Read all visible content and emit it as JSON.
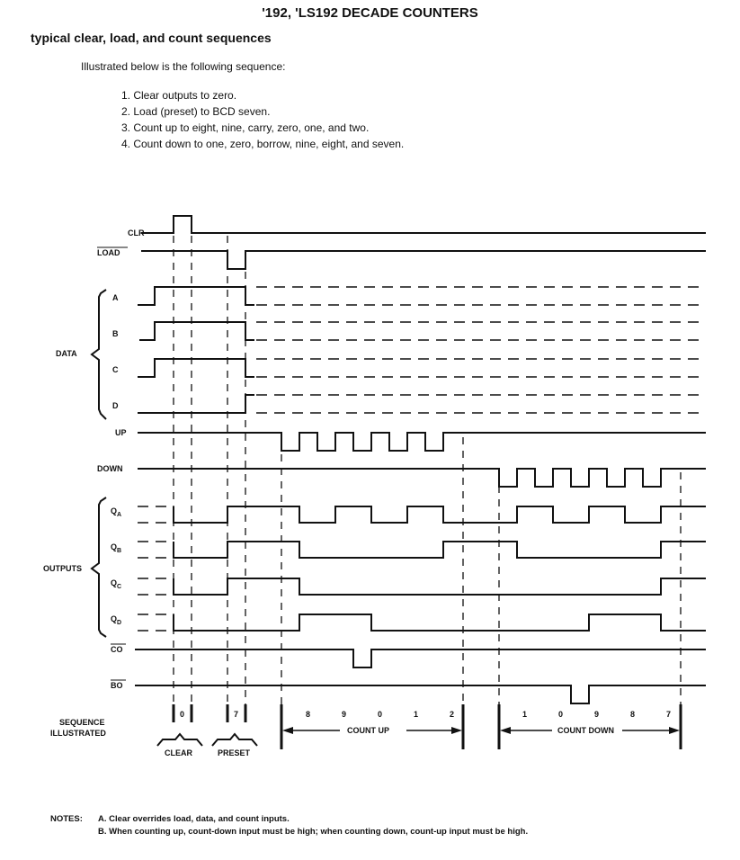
{
  "title": "'192, 'LS192 DECADE COUNTERS",
  "subtitle": "typical clear, load, and count sequences",
  "intro": "Illustrated below is the following sequence:",
  "steps": [
    "1.  Clear outputs to zero.",
    "2.  Load (preset) to BCD seven.",
    "3.  Count up to eight, nine, carry, zero, one, and two.",
    "4.  Count down to one, zero, borrow, nine, eight, and seven."
  ],
  "signals": {
    "clr": "CLR",
    "load": "LOAD",
    "a": "A",
    "b": "B",
    "c": "C",
    "d": "D",
    "up": "UP",
    "down": "DOWN",
    "co": "CO",
    "bo": "BO",
    "qa": "Q",
    "qb": "Q",
    "qc": "Q",
    "qd": "Q",
    "qa_sub": "A",
    "qb_sub": "B",
    "qc_sub": "C",
    "qd_sub": "D"
  },
  "groups": {
    "data": "DATA",
    "outputs": "OUTPUTS"
  },
  "sequence": {
    "label1": "SEQUENCE",
    "label2": "ILLUSTRATED",
    "clear_value": "0",
    "preset_value": "7",
    "clear": "CLEAR",
    "preset": "PRESET",
    "up_values": [
      "8",
      "9",
      "0",
      "1",
      "2"
    ],
    "down_values": [
      "1",
      "0",
      "9",
      "8",
      "7"
    ],
    "count_up": "COUNT UP",
    "count_down": "COUNT DOWN"
  },
  "notes": {
    "label": "NOTES:",
    "a": "A.  Clear overrides load, data, and count inputs.",
    "b": "B.  When counting up, count-down input must be high; when counting down, count-up input must be high."
  }
}
